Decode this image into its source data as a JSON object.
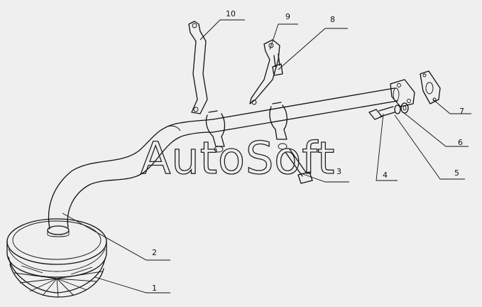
{
  "watermark": "AutoSoft",
  "callouts": [
    {
      "id": "c1",
      "label": "1"
    },
    {
      "id": "c2",
      "label": "2"
    },
    {
      "id": "c3",
      "label": "3"
    },
    {
      "id": "c4",
      "label": "4"
    },
    {
      "id": "c5",
      "label": "5"
    },
    {
      "id": "c6",
      "label": "6"
    },
    {
      "id": "c7",
      "label": "7"
    },
    {
      "id": "c8",
      "label": "8"
    },
    {
      "id": "c9",
      "label": "9"
    },
    {
      "id": "c10",
      "label": "10"
    }
  ]
}
